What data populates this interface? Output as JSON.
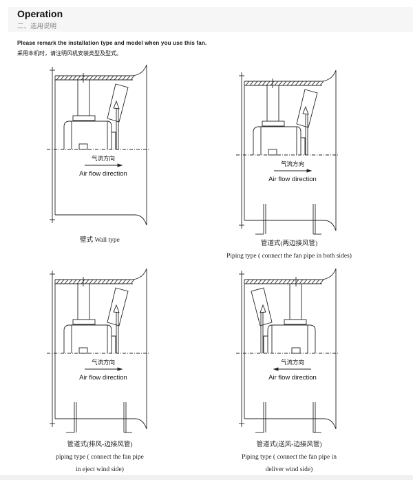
{
  "header": {
    "title": "Operation",
    "subtitle": "二、选用说明"
  },
  "intro": {
    "en": "Please remark the installation type and model when you use this fan.",
    "zh": "采用本机时，请注明风机安装类型及型式。"
  },
  "diagram_labels": {
    "flow_zh": "气流方向",
    "flow_en": "Air flow direction"
  },
  "diagrams": [
    {
      "caption": [
        "壁式 Wall type"
      ],
      "pipe": false,
      "arrow": "right",
      "mirror": false
    },
    {
      "caption": [
        "管道式(两边接风管)",
        "Piping type ( connect the fan pipe in both sides)"
      ],
      "pipe": true,
      "arrow": "right",
      "mirror": false
    },
    {
      "caption": [
        "管道式(排风-边接风管)",
        "piping type ( connect the fan pipe",
        "in eject wind side)"
      ],
      "pipe": "half",
      "arrow": "right",
      "mirror": false
    },
    {
      "caption": [
        "管道式(送风-边接风管)",
        "Piping type ( connect the fan pipe in",
        "deliver wind side)"
      ],
      "pipe": "half",
      "arrow": "left",
      "mirror": true
    }
  ]
}
